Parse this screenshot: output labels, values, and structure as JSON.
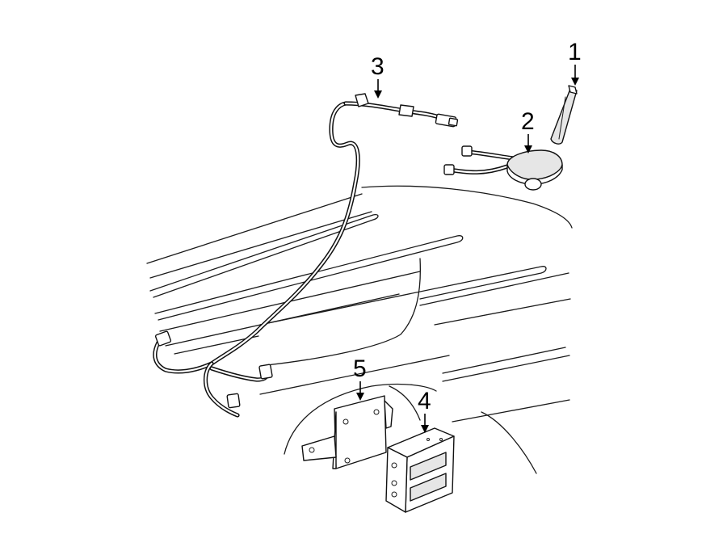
{
  "callouts": [
    {
      "number": "1",
      "part": "antenna-mast"
    },
    {
      "number": "2",
      "part": "antenna-base"
    },
    {
      "number": "3",
      "part": "antenna-cable"
    },
    {
      "number": "4",
      "part": "receiver-module"
    },
    {
      "number": "5",
      "part": "module-bracket"
    }
  ]
}
